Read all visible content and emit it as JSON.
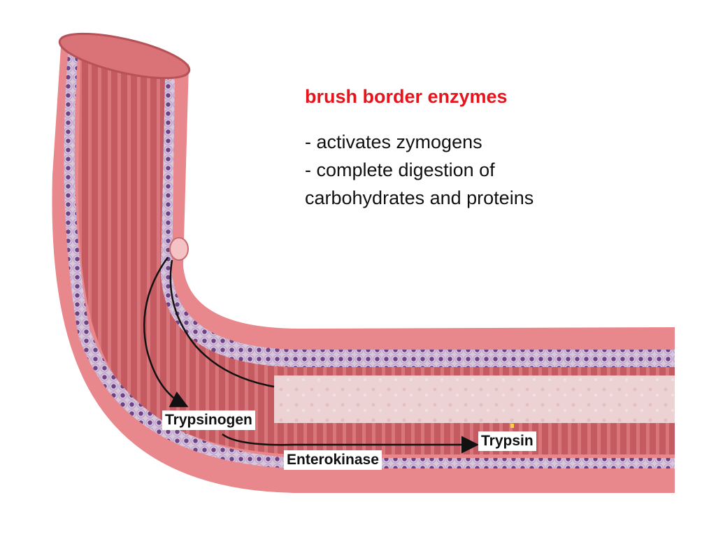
{
  "text": {
    "heading": "brush border enzymes",
    "bullets": [
      "- activates zymogens",
      "- complete digestion of",
      "carbohydrates and proteins"
    ]
  },
  "diagram": {
    "labels": {
      "trypsinogen": "Trypsinogen",
      "trypsin": "Trypsin",
      "enterokinase": "Enterokinase"
    }
  },
  "colors": {
    "heading": "#e8141b",
    "intestine_wall": "#e9888c",
    "intestine_lumen": "#c7585f",
    "epithelium": "#d3bcd6",
    "nucleus": "#6a3e86"
  }
}
